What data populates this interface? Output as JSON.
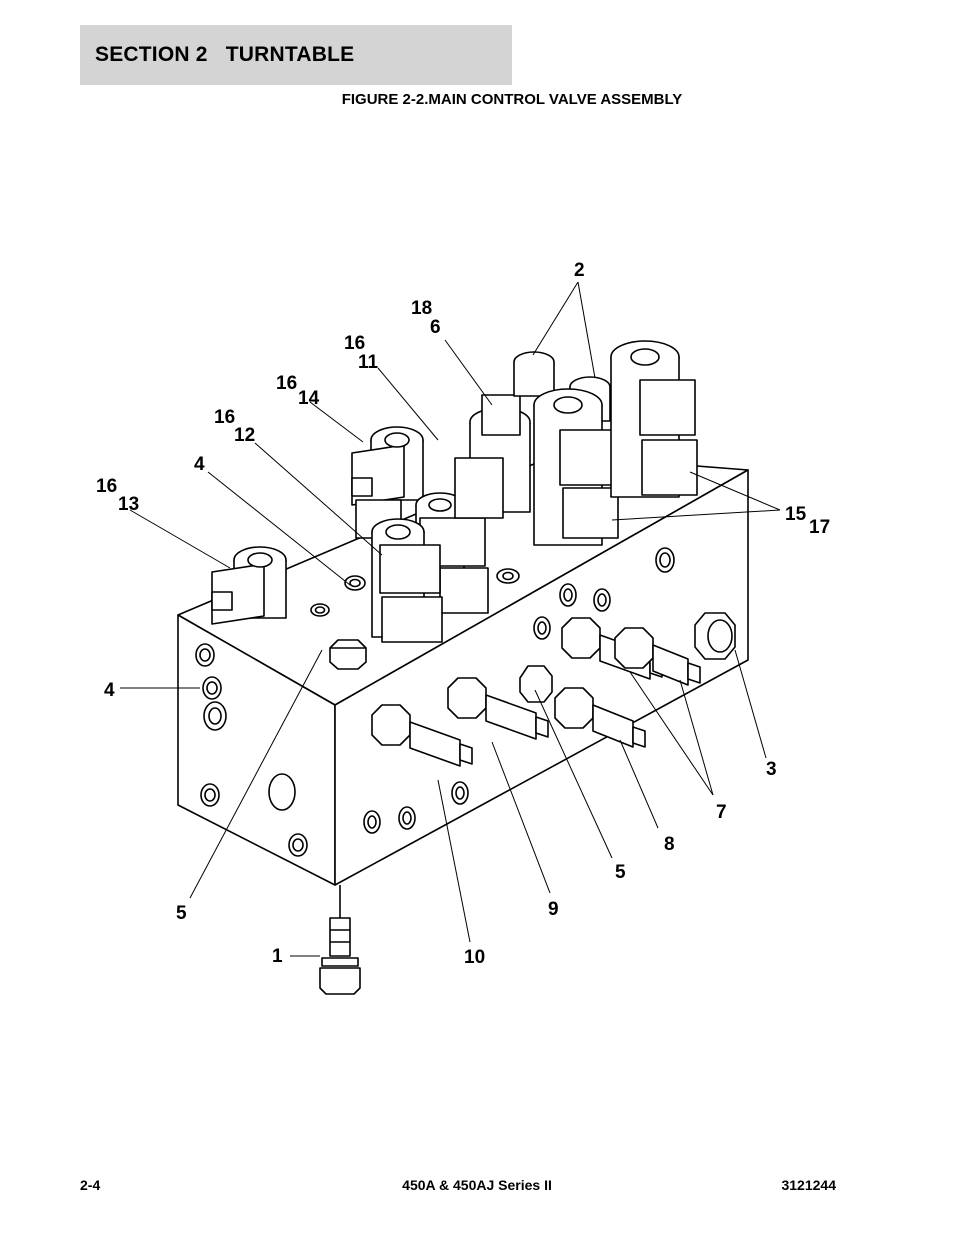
{
  "header": {
    "section": "SECTION 2   TURNTABLE"
  },
  "figure": {
    "caption": "FIGURE 2-2.MAIN CONTROL VALVE ASSEMBLY"
  },
  "callouts": {
    "c1": "1",
    "c2": "2",
    "c3": "3",
    "c4a": "4",
    "c4b": "4",
    "c5a": "5",
    "c5b": "5",
    "c6": "6",
    "c7": "7",
    "c8": "8",
    "c9": "9",
    "c10": "10",
    "c11": "11",
    "c12": "12",
    "c13": "13",
    "c14": "14",
    "c15": "15",
    "c16a": "16",
    "c16b": "16",
    "c16c": "16",
    "c16d": "16",
    "c17": "17",
    "c18": "18"
  },
  "footer": {
    "page": "2-4",
    "model": "450A & 450AJ Series II",
    "doc_number": "3121244"
  }
}
